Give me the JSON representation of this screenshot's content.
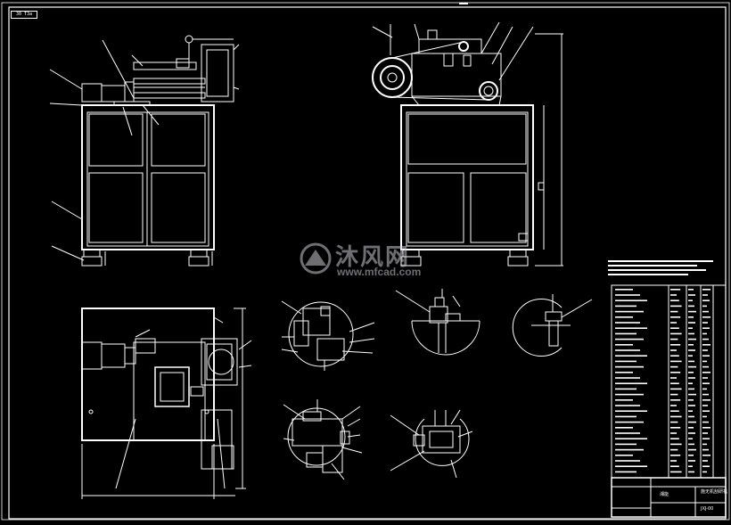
{
  "drawing": {
    "code_box": "30 T3a",
    "title_block": {
      "name": "施无机刮研机",
      "drawing_no": "JXJ-00",
      "company": "湘能"
    }
  },
  "watermark": {
    "name": "沐风网",
    "url": "www.mfcad.com"
  },
  "colors": {
    "background": "#000000",
    "lines": "#ffffff"
  }
}
